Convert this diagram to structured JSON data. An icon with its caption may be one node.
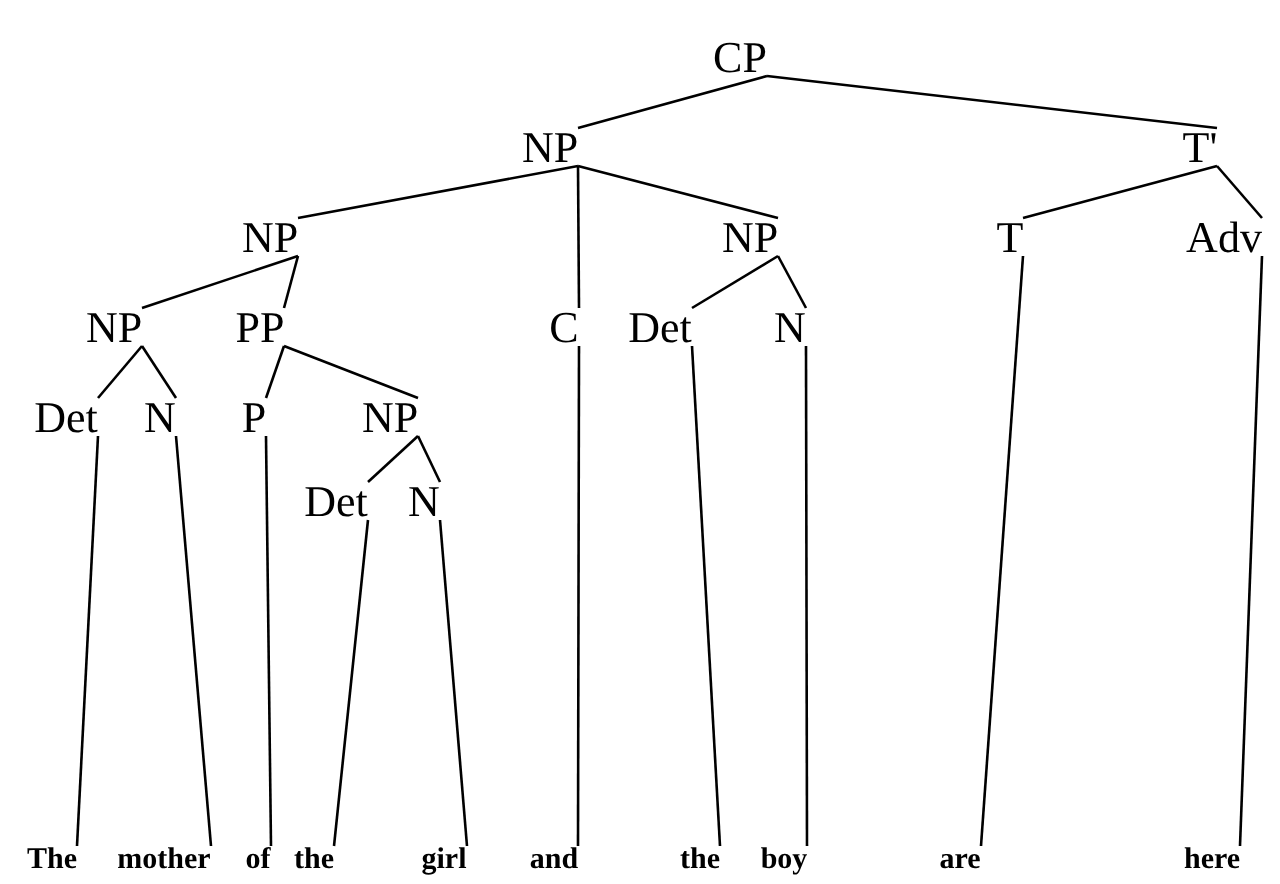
{
  "diagram": {
    "nodes": [
      {
        "text": [
          "CP"
        ]
      },
      {
        "text": [
          "NP"
        ]
      },
      {
        "text": [
          "T'"
        ]
      },
      {
        "text": [
          "NP"
        ]
      },
      {
        "text": [
          "NP"
        ]
      },
      {
        "text": [
          "T"
        ]
      },
      {
        "text": [
          "Adv"
        ]
      },
      {
        "text": [
          "NP"
        ]
      },
      {
        "text": [
          "PP"
        ]
      },
      {
        "text": [
          "C"
        ]
      },
      {
        "text": [
          "Det"
        ]
      },
      {
        "text": [
          "N"
        ]
      },
      {
        "text": [
          "Det"
        ]
      },
      {
        "text": [
          "N"
        ]
      },
      {
        "text": [
          "P"
        ]
      },
      {
        "text": [
          "NP"
        ]
      },
      {
        "text": [
          "Det"
        ]
      },
      {
        "text": [
          "N"
        ]
      },
      {
        "text": [
          "The"
        ]
      },
      {
        "text": [
          "mother"
        ]
      },
      {
        "text": [
          "of"
        ]
      },
      {
        "text": [
          "the"
        ]
      },
      {
        "text": [
          "girl"
        ]
      },
      {
        "text": [
          "and"
        ]
      },
      {
        "text": [
          "the"
        ]
      },
      {
        "text": [
          "boy"
        ]
      },
      {
        "text": [
          "are"
        ]
      },
      {
        "text": [
          "here"
        ]
      }
    ],
    "edges": [
      {
        "from": 0,
        "to": 1,
        "arrow": "none"
      },
      {
        "from": 0,
        "to": 2,
        "arrow": "none"
      },
      {
        "from": 1,
        "to": 3,
        "arrow": "none"
      },
      {
        "from": 1,
        "to": 9,
        "arrow": "none"
      },
      {
        "from": 1,
        "to": 4,
        "arrow": "none"
      },
      {
        "from": 2,
        "to": 5,
        "arrow": "none"
      },
      {
        "from": 2,
        "to": 6,
        "arrow": "none"
      },
      {
        "from": 3,
        "to": 7,
        "arrow": "none"
      },
      {
        "from": 3,
        "to": 8,
        "arrow": "none"
      },
      {
        "from": 4,
        "to": 10,
        "arrow": "none"
      },
      {
        "from": 4,
        "to": 11,
        "arrow": "none"
      },
      {
        "from": 7,
        "to": 12,
        "arrow": "none"
      },
      {
        "from": 7,
        "to": 13,
        "arrow": "none"
      },
      {
        "from": 8,
        "to": 14,
        "arrow": "none"
      },
      {
        "from": 8,
        "to": 15,
        "arrow": "none"
      },
      {
        "from": 15,
        "to": 16,
        "arrow": "none"
      },
      {
        "from": 15,
        "to": 17,
        "arrow": "none"
      },
      {
        "from": 12,
        "to": 18,
        "arrow": "none"
      },
      {
        "from": 13,
        "to": 19,
        "arrow": "none"
      },
      {
        "from": 14,
        "to": 20,
        "arrow": "none"
      },
      {
        "from": 16,
        "to": 21,
        "arrow": "none"
      },
      {
        "from": 17,
        "to": 22,
        "arrow": "none"
      },
      {
        "from": 9,
        "to": 23,
        "arrow": "none"
      },
      {
        "from": 10,
        "to": 24,
        "arrow": "none"
      },
      {
        "from": 11,
        "to": 25,
        "arrow": "none"
      },
      {
        "from": 5,
        "to": 26,
        "arrow": "none"
      },
      {
        "from": 6,
        "to": 27,
        "arrow": "none"
      }
    ]
  }
}
